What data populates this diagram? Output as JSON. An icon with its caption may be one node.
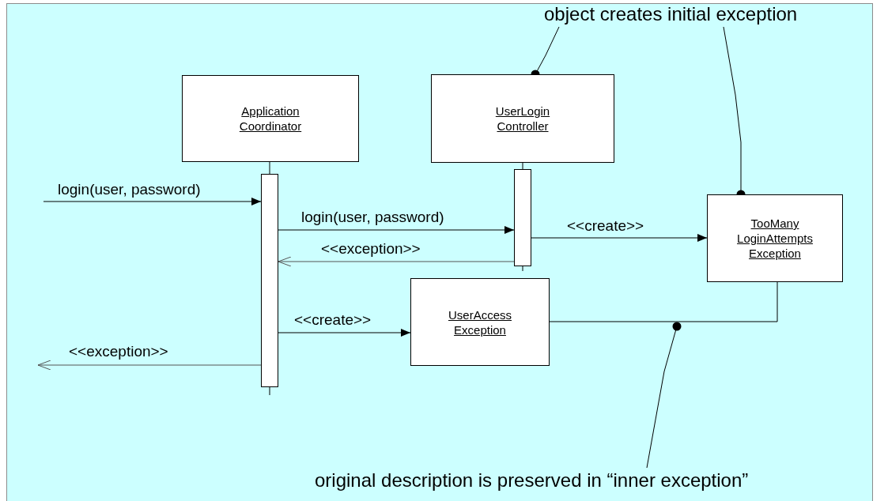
{
  "diagram": {
    "nodes": [
      {
        "text": [
          "object creates initial exception"
        ]
      },
      {
        "text": [
          "Application Coordinator"
        ]
      },
      {
        "text": [
          "UserLogin Controller"
        ]
      },
      {
        "text": [],
        "shape": "bar"
      },
      {
        "text": [],
        "shape": "bar"
      },
      {
        "text": [
          "TooMany LoginAttempts Exception"
        ]
      },
      {
        "text": [
          "UserAccess Exception"
        ]
      },
      {
        "text": [
          "original description is preserved in “inner exception”"
        ]
      }
    ],
    "edges": [
      {
        "from": null,
        "to": 3,
        "arrow": "to",
        "label": "login(user, password)"
      },
      {
        "from": 3,
        "to": 4,
        "arrow": "to",
        "label": "login(user, password)"
      },
      {
        "from": 4,
        "to": 5,
        "arrow": "to",
        "label": "<<create>>"
      },
      {
        "from": 4,
        "to": 3,
        "arrow": "to",
        "label": "<<exception>>"
      },
      {
        "from": 3,
        "to": 6,
        "arrow": "to",
        "label": "<<create>>"
      },
      {
        "from": 3,
        "to": null,
        "arrow": "to",
        "label": "<<exception>>"
      },
      {
        "from": 6,
        "to": 5,
        "arrow": "none"
      },
      {
        "from": 1,
        "to": 3,
        "arrow": "none"
      },
      {
        "from": 2,
        "to": 4,
        "arrow": "none"
      },
      {
        "from": 0,
        "to": 2,
        "arrow": "other"
      },
      {
        "from": 0,
        "to": 5,
        "arrow": "other"
      },
      {
        "from": 7,
        "to": null,
        "arrow": "other"
      }
    ]
  }
}
